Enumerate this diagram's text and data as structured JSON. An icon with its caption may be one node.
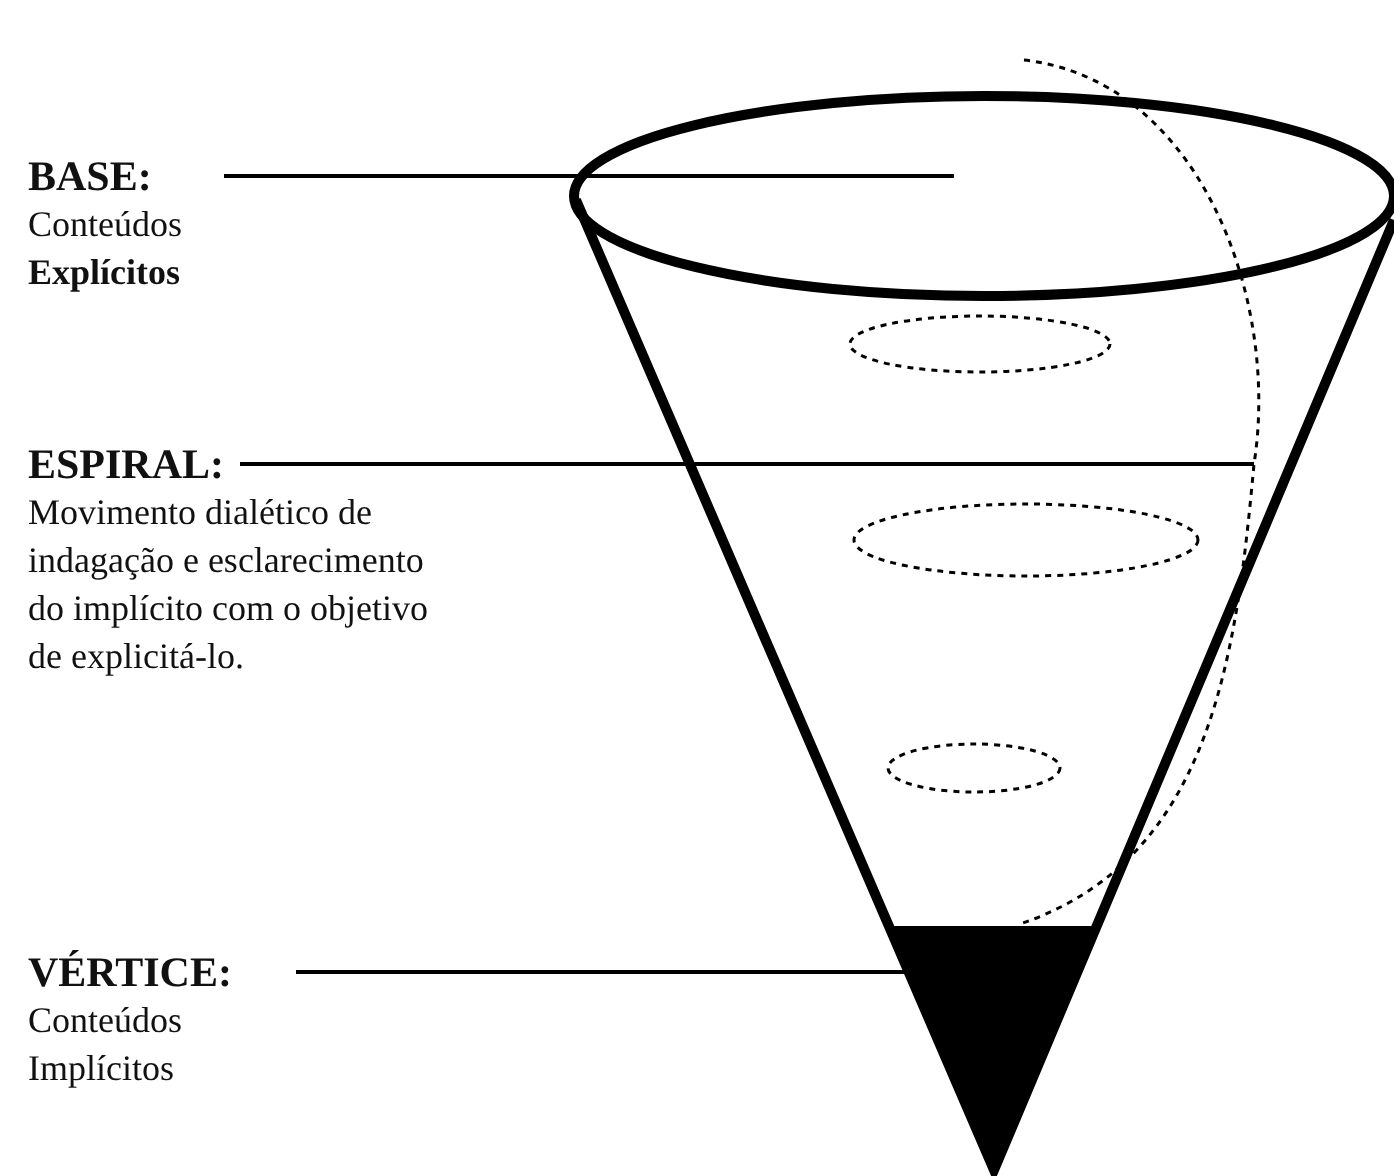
{
  "diagram": {
    "nodes": [
      {
        "text": [
          "BASE:",
          "Conteúdos **Explícitos**"
        ]
      },
      {
        "text": [],
        "shape": "ellipse"
      },
      {
        "text": [
          "ESPIRAL:",
          "Movimento dialético de indagação e esclarecimento do implícito com o objetivo de explicitá-lo."
        ]
      },
      {
        "text": [],
        "shape": "spiral"
      },
      {
        "text": [
          "VÉRTICE:",
          "Conteúdos Implícitos"
        ]
      },
      {
        "text": [],
        "shape": "triangle"
      }
    ],
    "edges": [
      {
        "from": 0,
        "to": 1,
        "arrow": "none"
      },
      {
        "from": 2,
        "to": 3,
        "arrow": "none"
      },
      {
        "from": 4,
        "to": 5,
        "arrow": "none"
      }
    ]
  }
}
